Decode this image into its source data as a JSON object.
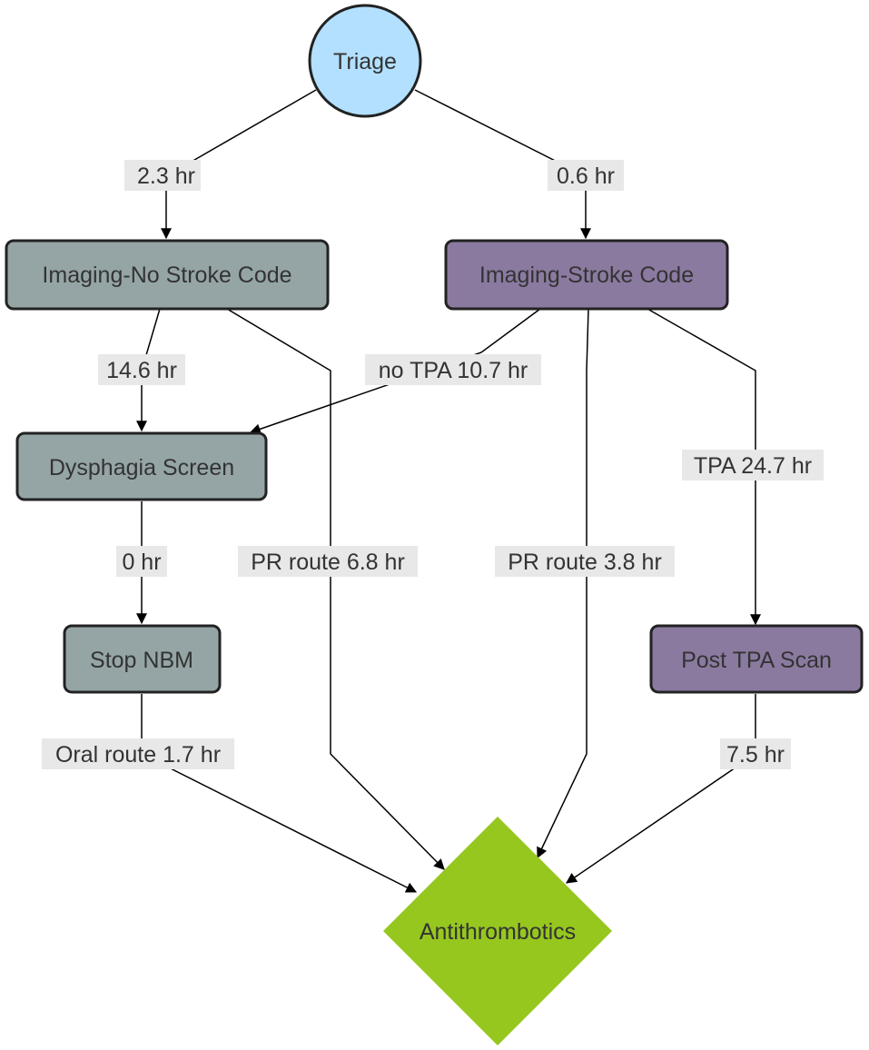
{
  "nodes": {
    "triage": {
      "label": "Triage",
      "color": "#b3e0ff"
    },
    "imaging_no_stroke": {
      "label": "Imaging-No Stroke Code",
      "color": "#95a5a6"
    },
    "imaging_stroke": {
      "label": "Imaging-Stroke Code",
      "color": "#8b7aa0"
    },
    "dysphagia_screen": {
      "label": "Dysphagia Screen",
      "color": "#95a5a6"
    },
    "stop_nbm": {
      "label": "Stop NBM",
      "color": "#95a5a6"
    },
    "post_tpa_scan": {
      "label": "Post TPA Scan",
      "color": "#8b7aa0"
    },
    "antithrombotics": {
      "label": "Antithrombotics",
      "color": "#96c71f"
    }
  },
  "edges": {
    "triage_to_no_stroke": "2.3 hr",
    "triage_to_stroke": "0.6 hr",
    "no_stroke_to_dysphagia": "14.6 hr",
    "stroke_to_dysphagia": "no TPA 10.7 hr",
    "stroke_to_post_tpa": "TPA 24.7 hr",
    "dysphagia_to_stop_nbm": "0 hr",
    "no_stroke_to_antithrombotics": "PR route 6.8 hr",
    "stroke_to_antithrombotics": "PR route 3.8 hr",
    "stop_nbm_to_antithrombotics": "Oral route 1.7 hr",
    "post_tpa_to_antithrombotics": "7.5 hr"
  }
}
